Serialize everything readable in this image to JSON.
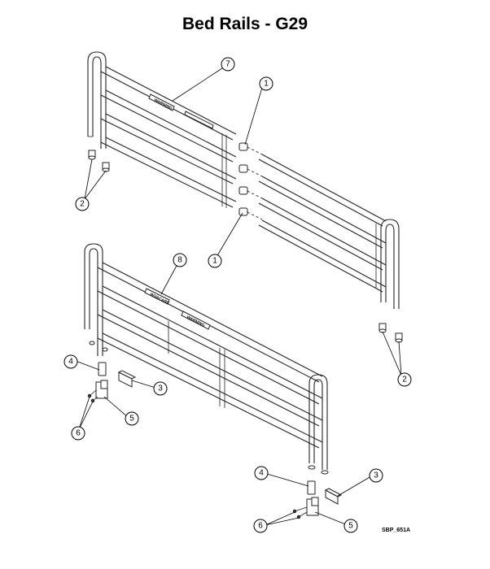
{
  "title": "Bed Rails - G29",
  "reference_code": "SBP_651A",
  "rail_labels": {
    "upper_rail_label": "WARNING",
    "lower_rail_label_1": "INVACARE",
    "lower_rail_label_2": "WARNING"
  },
  "callouts": [
    {
      "id": "callout-7",
      "label": "7"
    },
    {
      "id": "callout-1-top",
      "label": "1"
    },
    {
      "id": "callout-1-bottom",
      "label": "1"
    },
    {
      "id": "callout-2-left",
      "label": "2"
    },
    {
      "id": "callout-2-right",
      "label": "2"
    },
    {
      "id": "callout-8",
      "label": "8"
    },
    {
      "id": "callout-4-left",
      "label": "4"
    },
    {
      "id": "callout-3-left",
      "label": "3"
    },
    {
      "id": "callout-5-left",
      "label": "5"
    },
    {
      "id": "callout-6-left",
      "label": "6"
    },
    {
      "id": "callout-4-right",
      "label": "4"
    },
    {
      "id": "callout-3-right",
      "label": "3"
    },
    {
      "id": "callout-5-right",
      "label": "5"
    },
    {
      "id": "callout-6-right",
      "label": "6"
    }
  ]
}
